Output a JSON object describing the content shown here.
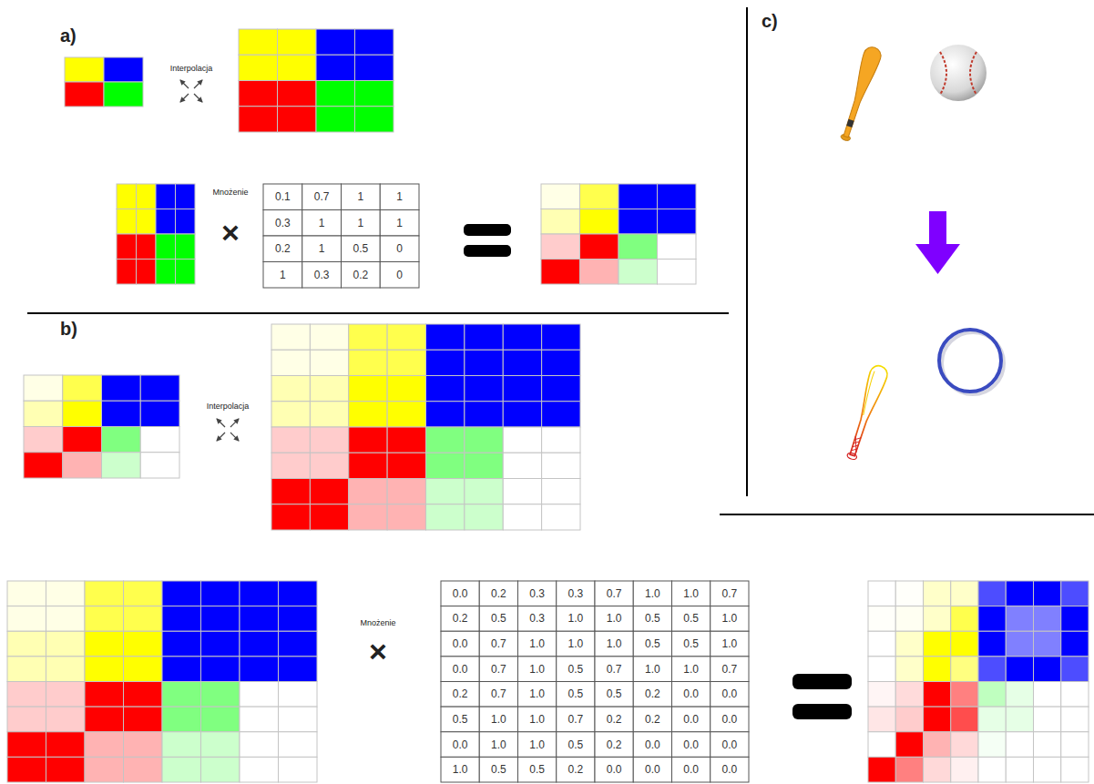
{
  "diagram": {
    "labels": [
      "a)",
      "Interpolacja",
      "Mnożenie",
      "×",
      "0.1",
      "0.7",
      "1",
      "1",
      "0.3",
      "1",
      "1",
      "1",
      "0.2",
      "1",
      "0.5",
      "0",
      "1",
      "0.3",
      "0.2",
      "0",
      "c)",
      "b)",
      "Interpolacja",
      "Mnożenie",
      "×",
      "0.0",
      "0.2",
      "0.3",
      "0.3",
      "0.7",
      "1.0",
      "1.0",
      "0.7",
      "0.2",
      "0.5",
      "0.3",
      "1.0",
      "1.0",
      "0.5",
      "0.5",
      "1.0",
      "0.0",
      "0.7",
      "1.0",
      "1.0",
      "1.0",
      "0.5",
      "0.5",
      "1.0",
      "0.0",
      "0.7",
      "1.0",
      "0.5",
      "0.7",
      "1.0",
      "1.0",
      "0.7",
      "0.2",
      "0.7",
      "1.0",
      "0.5",
      "0.5",
      "0.2",
      "0.0",
      "0.0",
      "0.5",
      "1.0",
      "1.0",
      "0.7",
      "0.2",
      "0.2",
      "0.0",
      "0.0",
      "0.0",
      "1.0",
      "1.0",
      "0.5",
      "0.2",
      "0.0",
      "0.0",
      "0.0",
      "1.0",
      "0.5",
      "0.5",
      "0.2",
      "0.0",
      "0.0",
      "0.0",
      "0.0"
    ]
  }
}
